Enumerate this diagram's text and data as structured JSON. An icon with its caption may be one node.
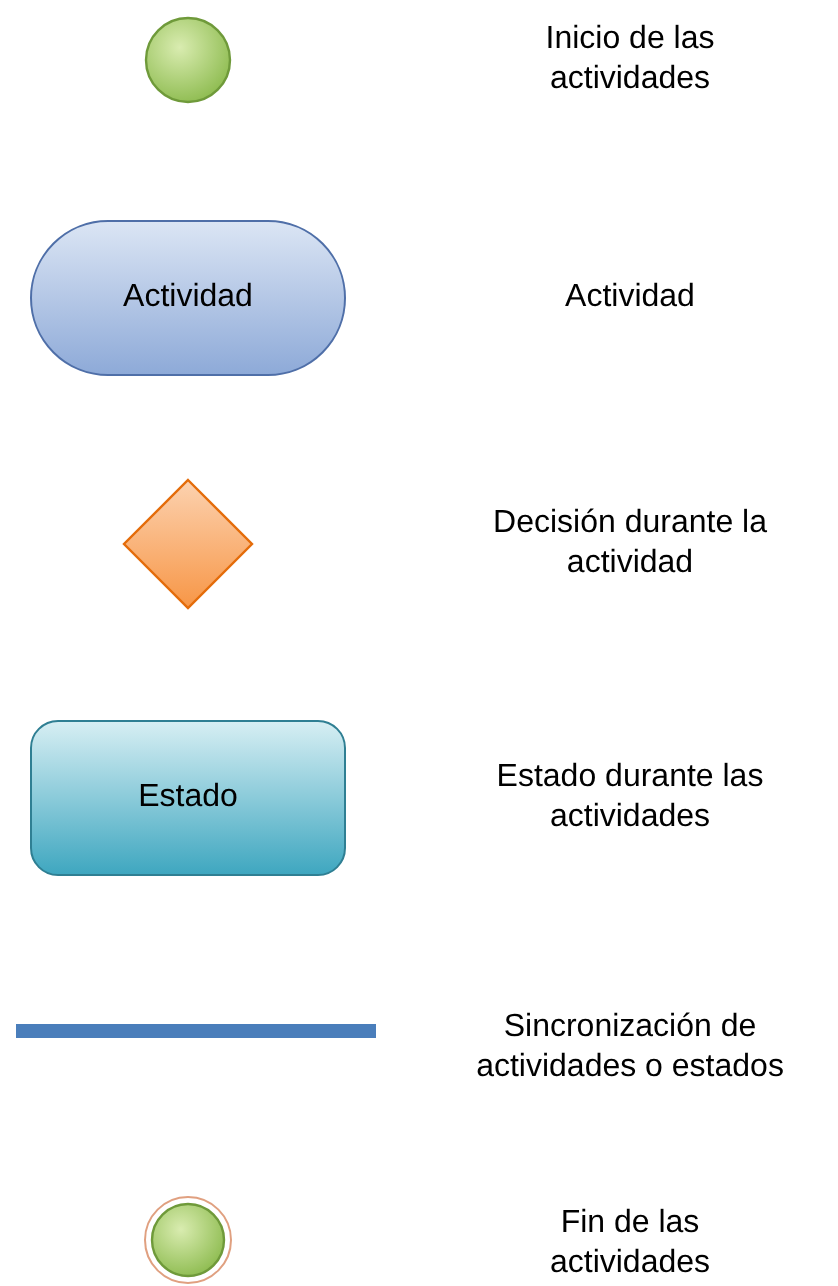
{
  "diagram": {
    "nodes": [
      {
        "text": [],
        "shape": "circle"
      },
      {
        "text": [
          "Actividad"
        ]
      },
      {
        "text": [],
        "shape": "diamond"
      },
      {
        "text": [
          "Estado"
        ]
      },
      {
        "text": [],
        "shape": "bar"
      },
      {
        "text": [],
        "shape": "circle"
      }
    ],
    "labels": [
      "Inicio de las actividades",
      "Actividad",
      "Decisión durante la actividad",
      "Estado durante las actividades",
      "Sincronización de actividades o estados",
      "Fin de las actividades"
    ]
  }
}
